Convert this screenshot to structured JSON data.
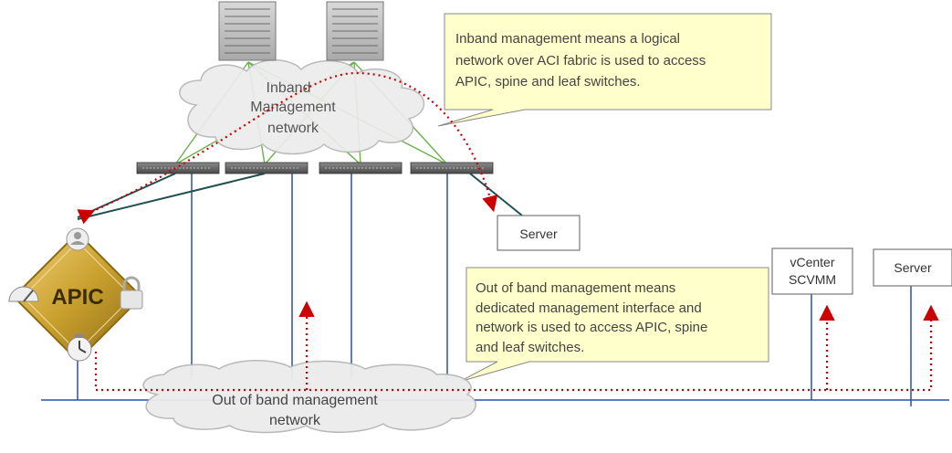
{
  "clouds": {
    "inband_line1": "Inband",
    "inband_line2": "Management",
    "inband_line3": "network",
    "oob_line1": "Out of band management",
    "oob_line2": "network"
  },
  "callouts": {
    "inband": [
      "Inband management means a logical",
      "network over ACI fabric is used to access",
      "APIC, spine and leaf switches."
    ],
    "oob": [
      "Out of band management means",
      "dedicated management interface and",
      "network is used to access APIC, spine",
      "and leaf switches."
    ]
  },
  "boxes": {
    "server_inband": "Server",
    "vcenter_line1": "vCenter",
    "vcenter_line2": "SCVMM",
    "server_oob": "Server"
  },
  "apic": {
    "label": "APIC"
  },
  "colors": {
    "callout_fill": "#ffffcc",
    "cloud_fill": "#ececec",
    "oob_line": "#2f4fa8",
    "leaf_link": "#1f4f4f",
    "fabric_link": "#6ab04c",
    "dotted_path": "#cc0000",
    "apic_gold": "#c9a02e"
  },
  "icons": [
    "spine-switch-icon",
    "leaf-switch-icon",
    "apic-icon",
    "user-icon",
    "gauge-icon",
    "lock-icon",
    "clock-icon",
    "cloud-icon"
  ]
}
